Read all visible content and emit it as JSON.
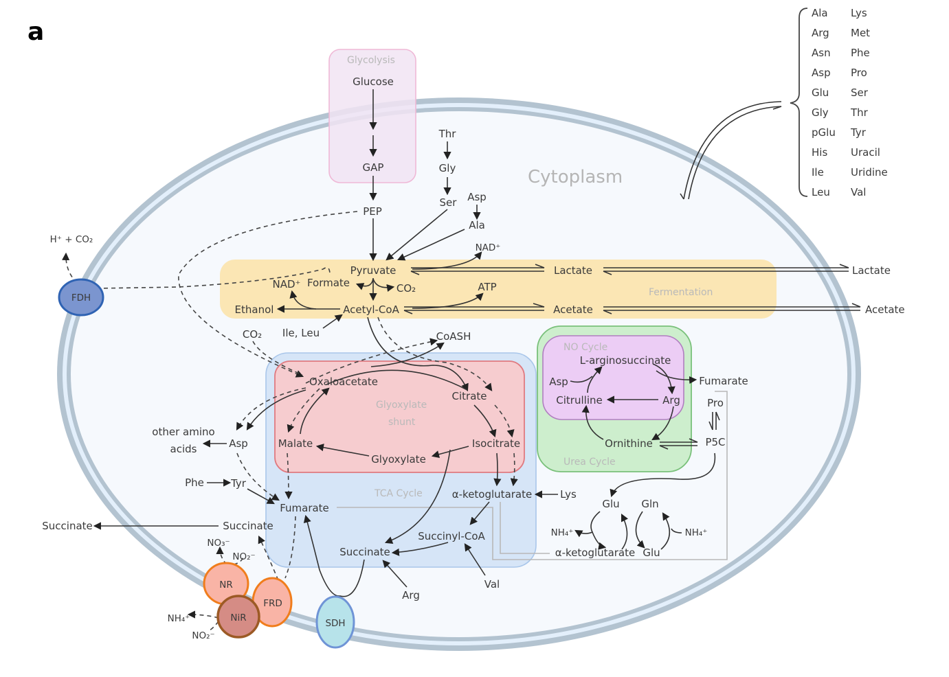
{
  "panel_label": "a",
  "regions": {
    "cytoplasm": "Cytoplasm",
    "glycolysis": "Glycolysis",
    "fermentation": "Fermentation",
    "glyoxylate_shunt": [
      "Glyoxylate",
      "shunt"
    ],
    "tca_cycle": "TCA Cycle",
    "no_cycle": "NO Cycle",
    "urea_cycle": "Urea Cycle"
  },
  "colors": {
    "membrane": "#b3c3d0",
    "cytoplasm_fill": "#f6f9fd",
    "glycolysis_fill": "#f1e4f3",
    "glycolysis_border": "#efb8d6",
    "fermentation_fill": "#fbe6b4",
    "tca_fill": "#d6e5f7",
    "tca_border": "#a9c6ea",
    "shunt_fill": "#f6cccf",
    "shunt_border": "#e07a80",
    "urea_fill": "#cdeecd",
    "urea_border": "#79c07a",
    "no_fill": "#eccdf5",
    "no_border": "#b07ec0",
    "fdh_fill": "#7b95cf",
    "fdh_border": "#2f63b3",
    "enzyme_fill": "#f9b4a6",
    "enzyme_border": "#f07d1c",
    "nir_fill": "#d58c85",
    "nir_border": "#9c5a25",
    "sdh_fill": "#b7e3ea",
    "sdh_border": "#6f94d6"
  },
  "enzymes": {
    "fdh": "FDH",
    "nr": "NR",
    "frd": "FRD",
    "nir": "NiR",
    "sdh": "SDH"
  },
  "metabolites": {
    "glucose": "Glucose",
    "gap": "GAP",
    "pep": "PEP",
    "thr": "Thr",
    "gly": "Gly",
    "ser": "Ser",
    "asp_top": "Asp",
    "ala": "Ala",
    "pyruvate": "Pyruvate",
    "nad_top": "NAD⁺",
    "lactate_in": "Lactate",
    "lactate_out": "Lactate",
    "nad_left": "NAD⁺",
    "formate": "Formate",
    "co2_pyr": "CO₂",
    "atp": "ATP",
    "ethanol": "Ethanol",
    "acetyl_coa": "Acetyl-CoA",
    "acetate_in": "Acetate",
    "acetate_out": "Acetate",
    "h_co2": "H⁺ + CO₂",
    "co2_oaa": "CO₂",
    "ile_leu": "Ile, Leu",
    "coash": "CoASH",
    "oxaloacetate": "Oxaloacetate",
    "citrate": "Citrate",
    "malate": "Malate",
    "isocitrate": "Isocitrate",
    "glyoxylate": "Glyoxylate",
    "other_amino": [
      "other amino",
      "acids"
    ],
    "asp_left": "Asp",
    "phe": "Phe",
    "tyr": "Tyr",
    "fumarate_tca": "Fumarate",
    "akg_tca": "α-ketoglutarate",
    "lys": "Lys",
    "succinyl_coa": "Succinyl-CoA",
    "succinate_tca": "Succinate",
    "succinate_mid": "Succinate",
    "succinate_out": "Succinate",
    "arg_bottom": "Arg",
    "val": "Val",
    "no3": "NO₃⁻",
    "no2_top": "NO₂⁻",
    "nh4_left": "NH₄⁺",
    "no2_bottom": "NO₂⁻",
    "l_arginosuccinate": "L-arginosuccinate",
    "asp_urea": "Asp",
    "fumarate_urea": "Fumarate",
    "citrulline": "Citrulline",
    "arg_urea": "Arg",
    "ornithine": "Ornithine",
    "pro": "Pro",
    "p5c": "P5C",
    "glu_top": "Glu",
    "gln": "Gln",
    "nh4_a": "NH₄⁺",
    "nh4_b": "NH₄⁺",
    "akg_bottom": "α-ketoglutarate",
    "glu_bottom": "Glu"
  },
  "external_list": {
    "col1": [
      "Ala",
      "Arg",
      "Asn",
      "Asp",
      "Glu",
      "Gly",
      "pGlu",
      "His",
      "Ile",
      "Leu"
    ],
    "col2": [
      "Lys",
      "Met",
      "Phe",
      "Pro",
      "Ser",
      "Thr",
      "Tyr",
      "Uracil",
      "Uridine",
      "Val"
    ]
  }
}
